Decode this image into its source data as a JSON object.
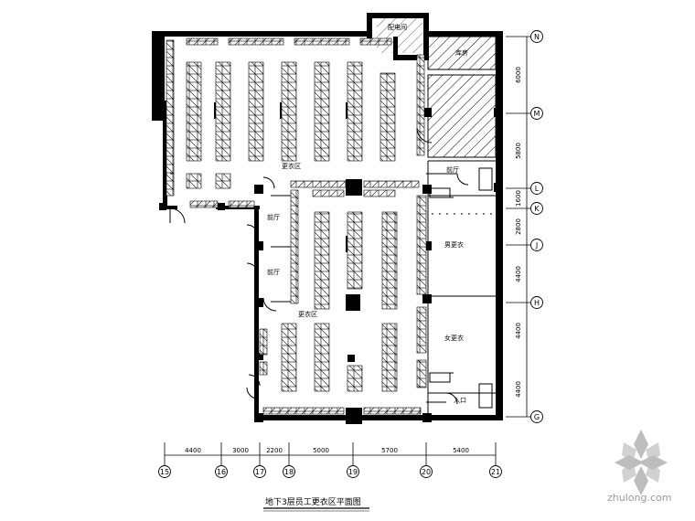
{
  "drawing": {
    "title": "地下3层员工更衣区平面图"
  },
  "rooms": {
    "room_top": "配电间",
    "room_right_top": "库房",
    "locker_area_1": "更衣区",
    "locker_area_2": "更衣区",
    "male_locker": "男更衣",
    "female_locker": "女更衣",
    "corridor_1": "前厅",
    "corridor_2": "前厅",
    "corridor_3": "前厅",
    "door_lower": "入口"
  },
  "grid_right": {
    "labels": [
      "N",
      "M",
      "L",
      "K",
      "J",
      "H",
      "G"
    ],
    "dims": [
      "6000",
      "5800",
      "1600",
      "2800",
      "4400",
      "4400",
      "4400"
    ]
  },
  "grid_bottom": {
    "labels": [
      "15",
      "16",
      "17",
      "18",
      "19",
      "20",
      "21"
    ],
    "dims": [
      "4400",
      "3000",
      "2200",
      "5000",
      "5700",
      "5400"
    ]
  },
  "watermark": {
    "text": "zhulong.com"
  },
  "colors": {
    "wall": "#000000",
    "hatch": "#000000",
    "background": "#ffffff",
    "watermark": "#b5b5b5"
  }
}
